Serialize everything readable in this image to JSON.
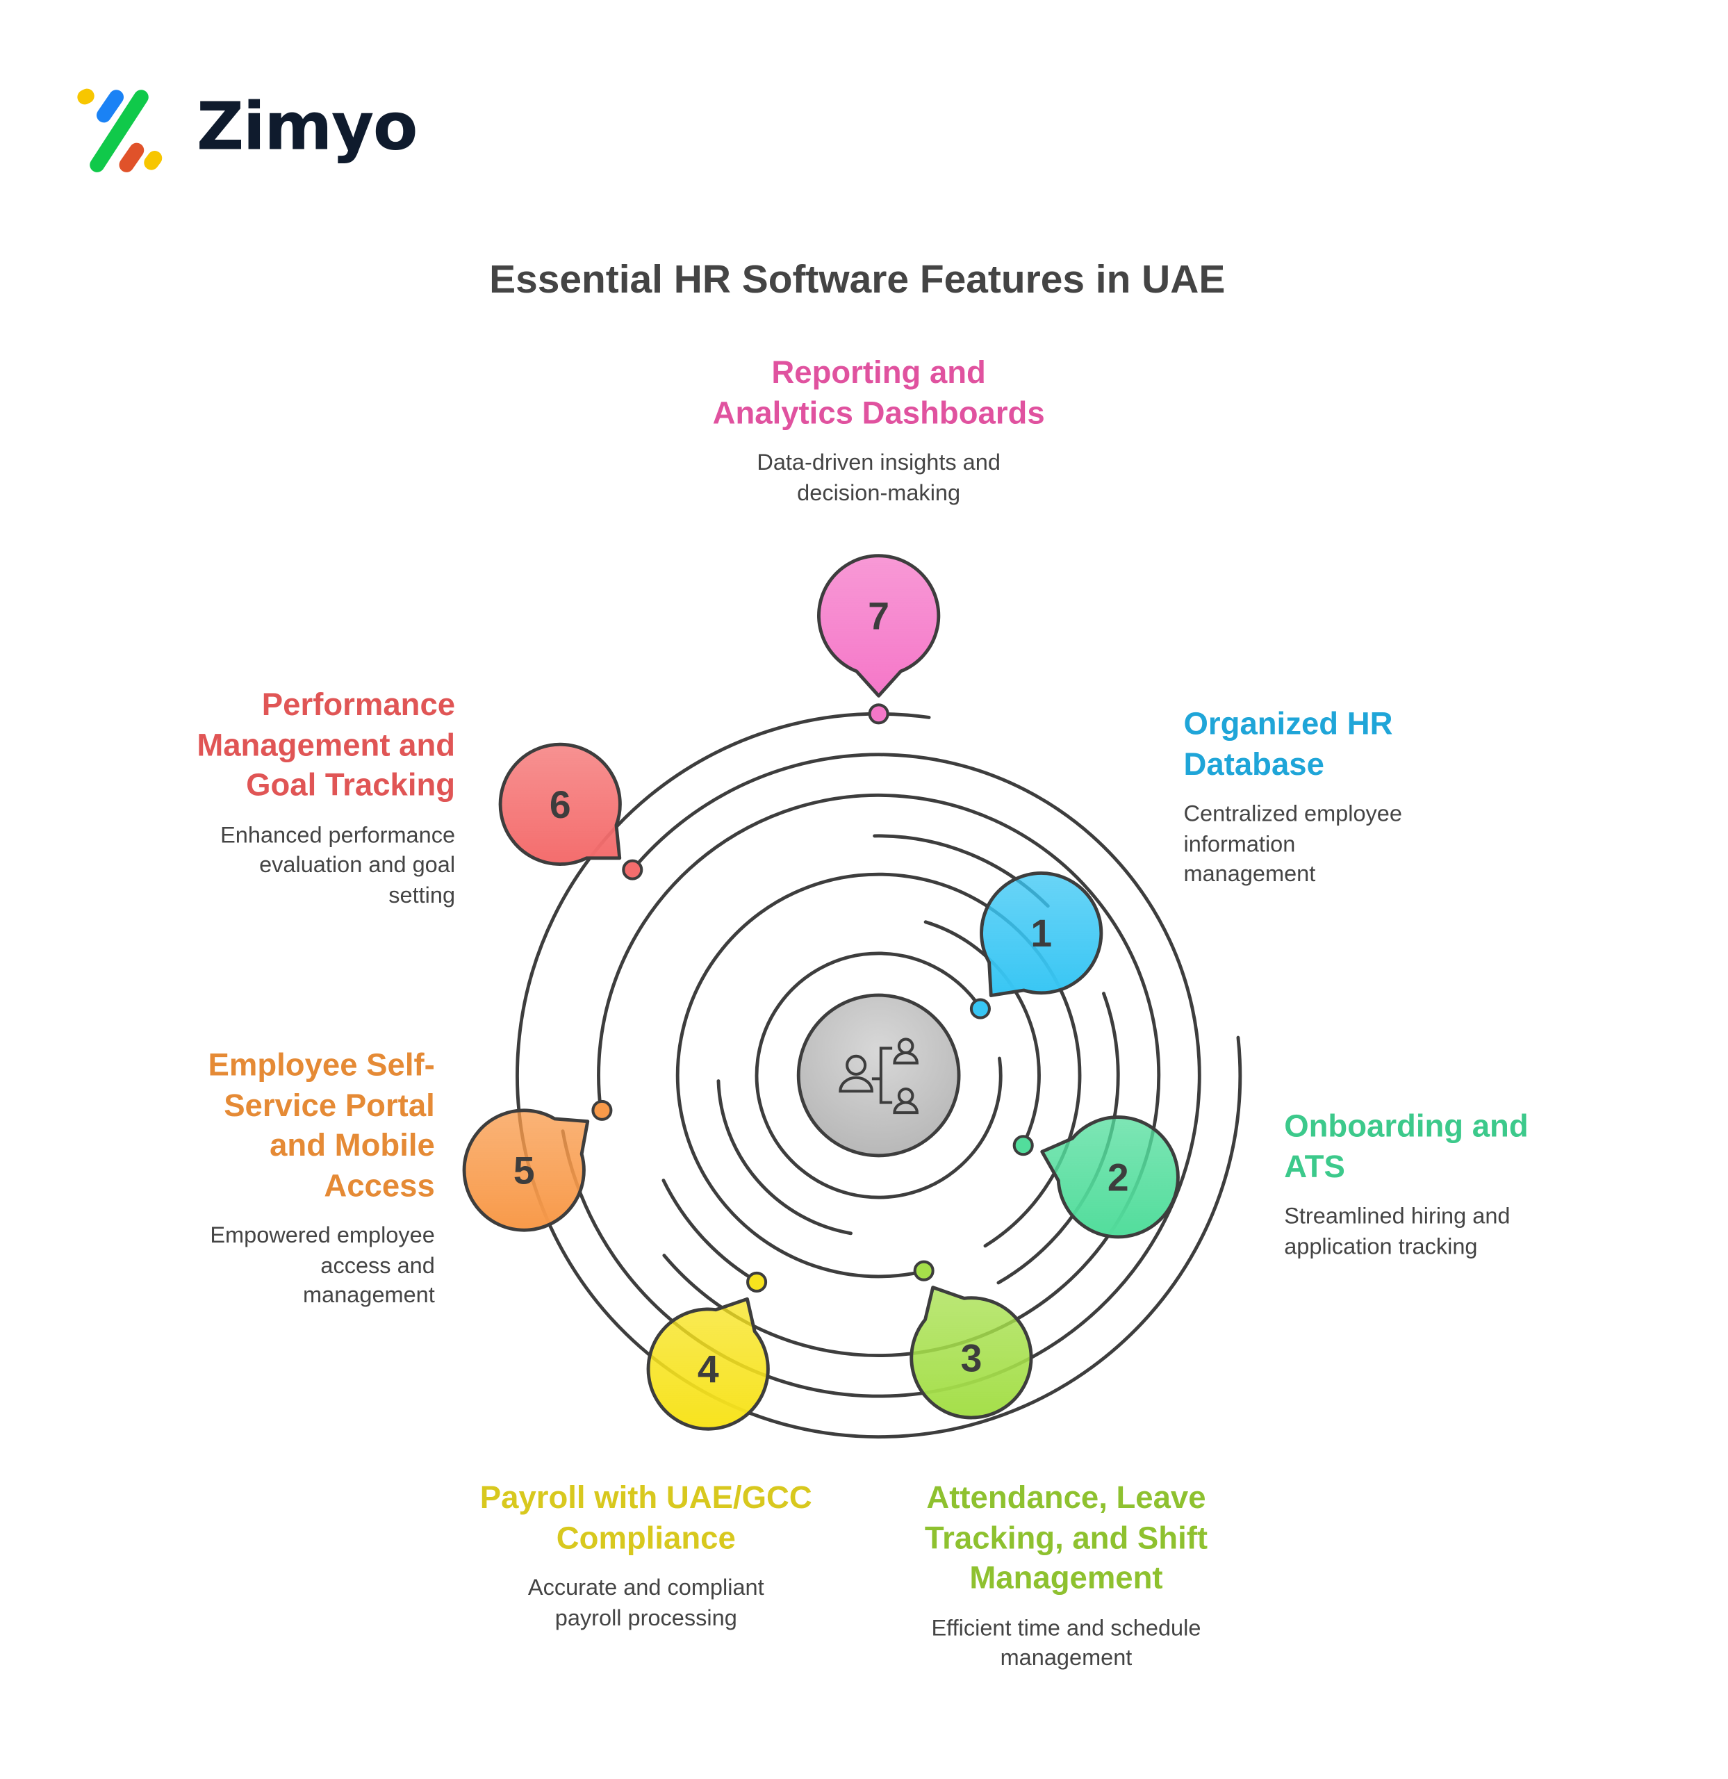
{
  "logo": {
    "text": "Zimyo",
    "colors": [
      "#f7c600",
      "#1a82f5",
      "#10c94a",
      "#e0522a",
      "#f7c600"
    ]
  },
  "title": "Essential HR Software Features in UAE",
  "center_icon": "org-chart-people-icon",
  "features": [
    {
      "number": "1",
      "color": "#38c6f4",
      "text_color": "#1fa5d8",
      "title_lines": [
        "Organized HR",
        "Database"
      ],
      "desc_lines": [
        "Centralized employee",
        "information",
        "management"
      ]
    },
    {
      "number": "2",
      "color": "#52dd9c",
      "text_color": "#3cc98b",
      "title_lines": [
        "Onboarding and",
        "ATS"
      ],
      "desc_lines": [
        "Streamlined hiring and",
        "application tracking"
      ]
    },
    {
      "number": "3",
      "color": "#a5df4a",
      "text_color": "#8ec12f",
      "title_lines": [
        "Attendance, Leave",
        "Tracking, and Shift",
        "Management"
      ],
      "desc_lines": [
        "Efficient time and schedule",
        "management"
      ]
    },
    {
      "number": "4",
      "color": "#f7e31e",
      "text_color": "#d8c81e",
      "title_lines": [
        "Payroll with UAE/GCC",
        "Compliance"
      ],
      "desc_lines": [
        "Accurate and compliant",
        "payroll processing"
      ]
    },
    {
      "number": "5",
      "color": "#f89a4a",
      "text_color": "#e58a35",
      "title_lines": [
        "Employee Self-",
        "Service Portal",
        "and Mobile",
        "Access"
      ],
      "desc_lines": [
        "Empowered employee",
        "access and",
        "management"
      ]
    },
    {
      "number": "6",
      "color": "#f46d6d",
      "text_color": "#e05555",
      "title_lines": [
        "Performance",
        "Management and",
        "Goal Tracking"
      ],
      "desc_lines": [
        "Enhanced performance",
        "evaluation and goal",
        "setting"
      ]
    },
    {
      "number": "7",
      "color": "#f577c8",
      "text_color": "#e0529f",
      "title_lines": [
        "Reporting and",
        "Analytics Dashboards"
      ],
      "desc_lines": [
        "Data-driven insights and",
        "decision-making"
      ]
    }
  ]
}
